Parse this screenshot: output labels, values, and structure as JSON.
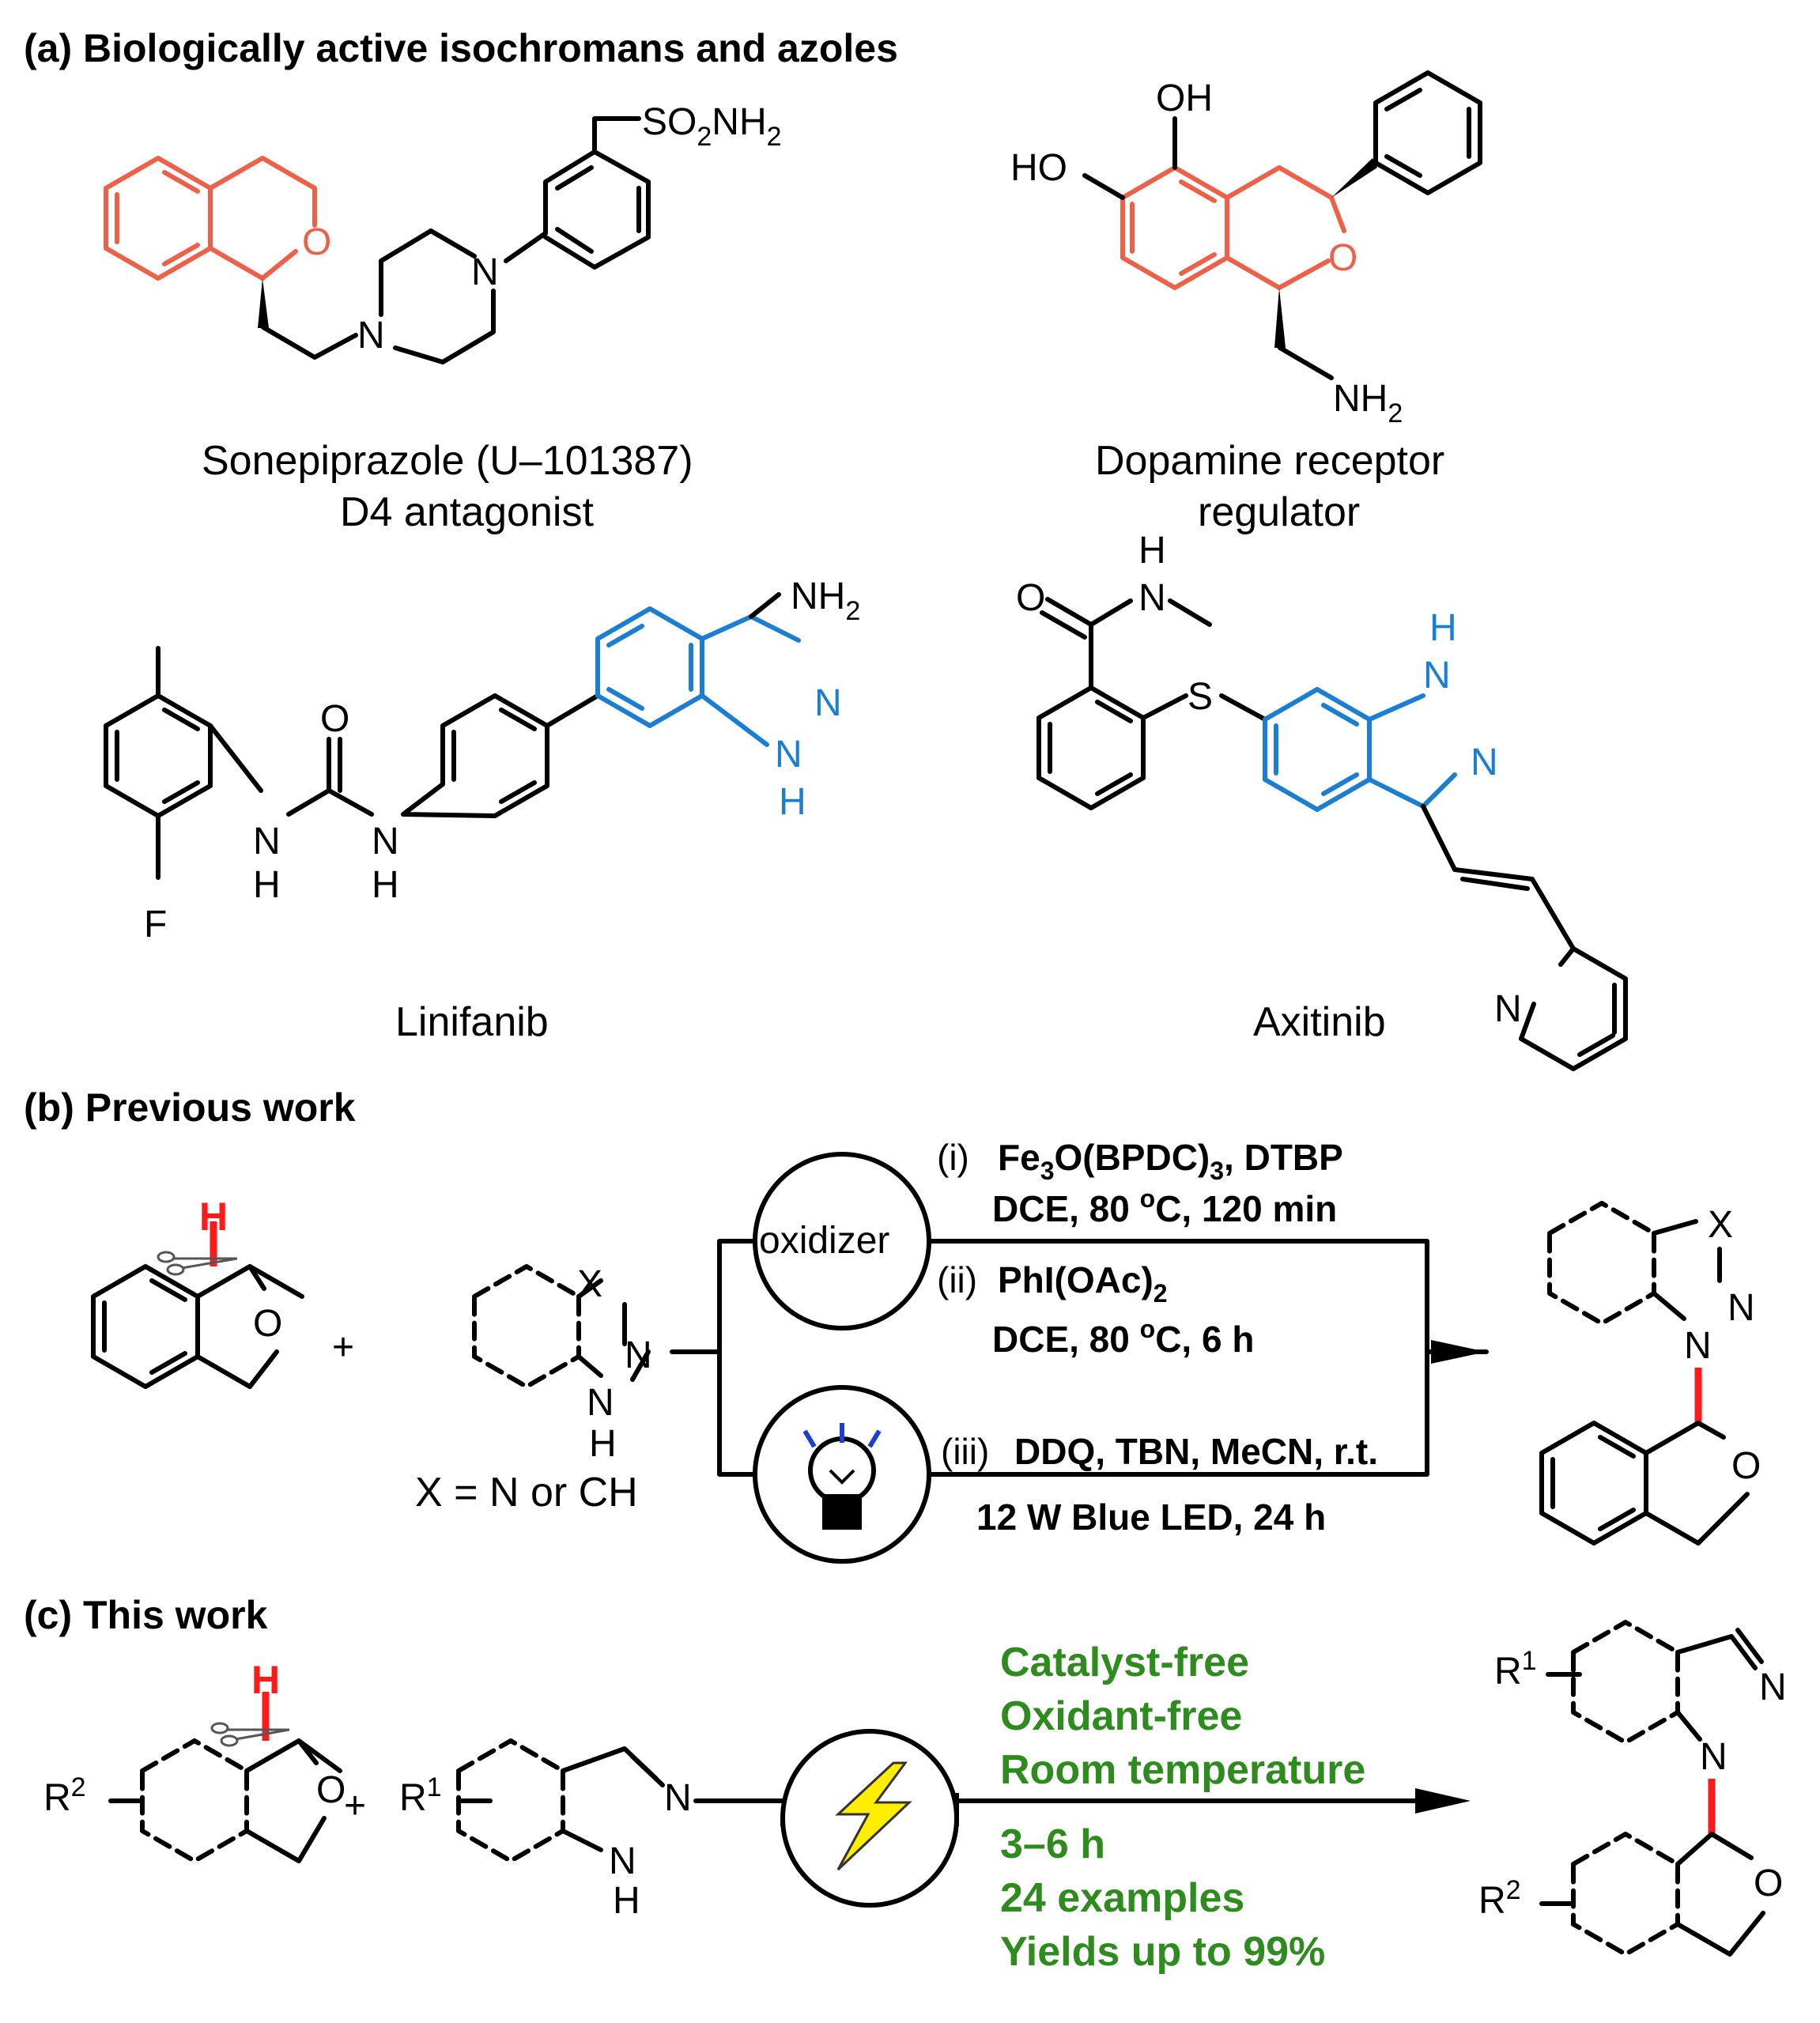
{
  "section_a": {
    "heading": "(a) Biologically active isochromans and azoles",
    "mol1": {
      "caption_line1": "Sonepiprazole (U–101387)",
      "caption_line2": "D4 antagonist"
    },
    "mol2": {
      "caption_line1": "Dopamine receptor",
      "caption_line2": "regulator"
    },
    "mol3": {
      "caption": "Linifanib"
    },
    "mol4": {
      "caption": "Axitinib"
    }
  },
  "section_b": {
    "heading": "(b) Previous work",
    "x_note": "X = N or CH",
    "plus": "+",
    "oxidizer_label": "oxidizer",
    "cond_i_num": "(i)",
    "cond_i_line1": "Fe3O(BPDC)3, DTBP",
    "cond_i_line2": "DCE, 80 oC, 120 min",
    "cond_ii_num": "(ii)",
    "cond_ii_line1": "PhI(OAc)2",
    "cond_ii_line2": "DCE, 80 oC, 6 h",
    "cond_iii_num": "(iii)",
    "cond_iii_line1": "DDQ, TBN, MeCN, r.t.",
    "cond_iii_line2": "12 W Blue LED, 24 h"
  },
  "section_c": {
    "heading": "(c) This work",
    "plus": "+",
    "features": [
      "Catalyst-free",
      "Oxidant-free",
      "Room temperature"
    ],
    "results": [
      "3–6 h",
      "24 examples",
      "Yields up to 99%"
    ]
  },
  "colors": {
    "isochroman": "#ee6148",
    "azole": "#1a7fd4",
    "bond_highlight": "#ff1a1a",
    "green_text": "#2e8b1e",
    "bolt": "#ffee00"
  }
}
